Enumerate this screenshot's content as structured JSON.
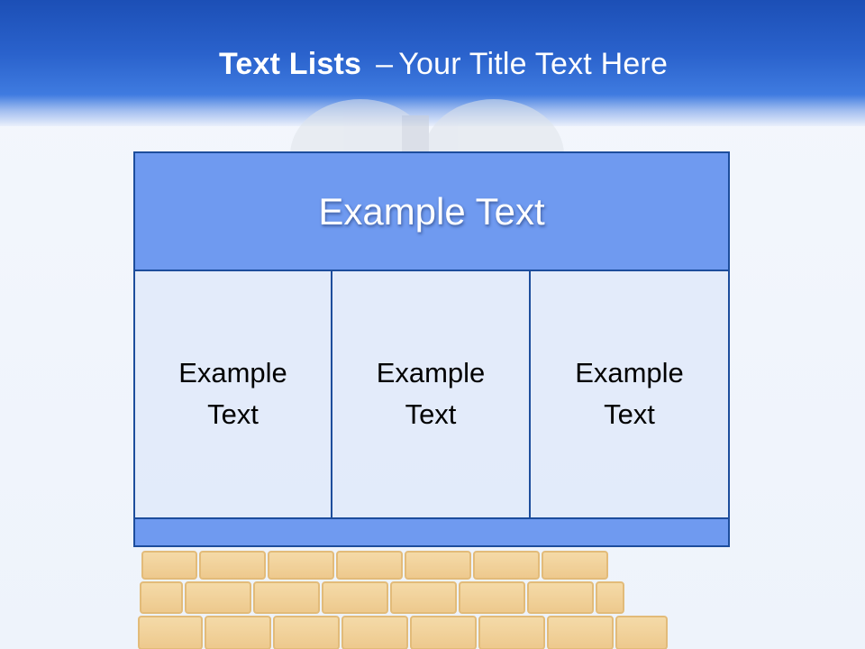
{
  "slide": {
    "title_bold": "Text Lists",
    "title_dash": "–",
    "title_rest": "Your Title Text Here"
  },
  "diagram": {
    "top_label": "Example Text",
    "columns": [
      {
        "line1": "Example",
        "line2": "Text"
      },
      {
        "line1": "Example",
        "line2": "Text"
      },
      {
        "line1": "Example",
        "line2": "Text"
      }
    ]
  },
  "colors": {
    "header_blue": "#2a62cc",
    "box_fill": "#6f9af0",
    "box_border": "#1d4d9c",
    "cell_fill": "#e1eafa",
    "brick": "#f3cf8a"
  },
  "background_image": "figure-behind-brick-wall"
}
